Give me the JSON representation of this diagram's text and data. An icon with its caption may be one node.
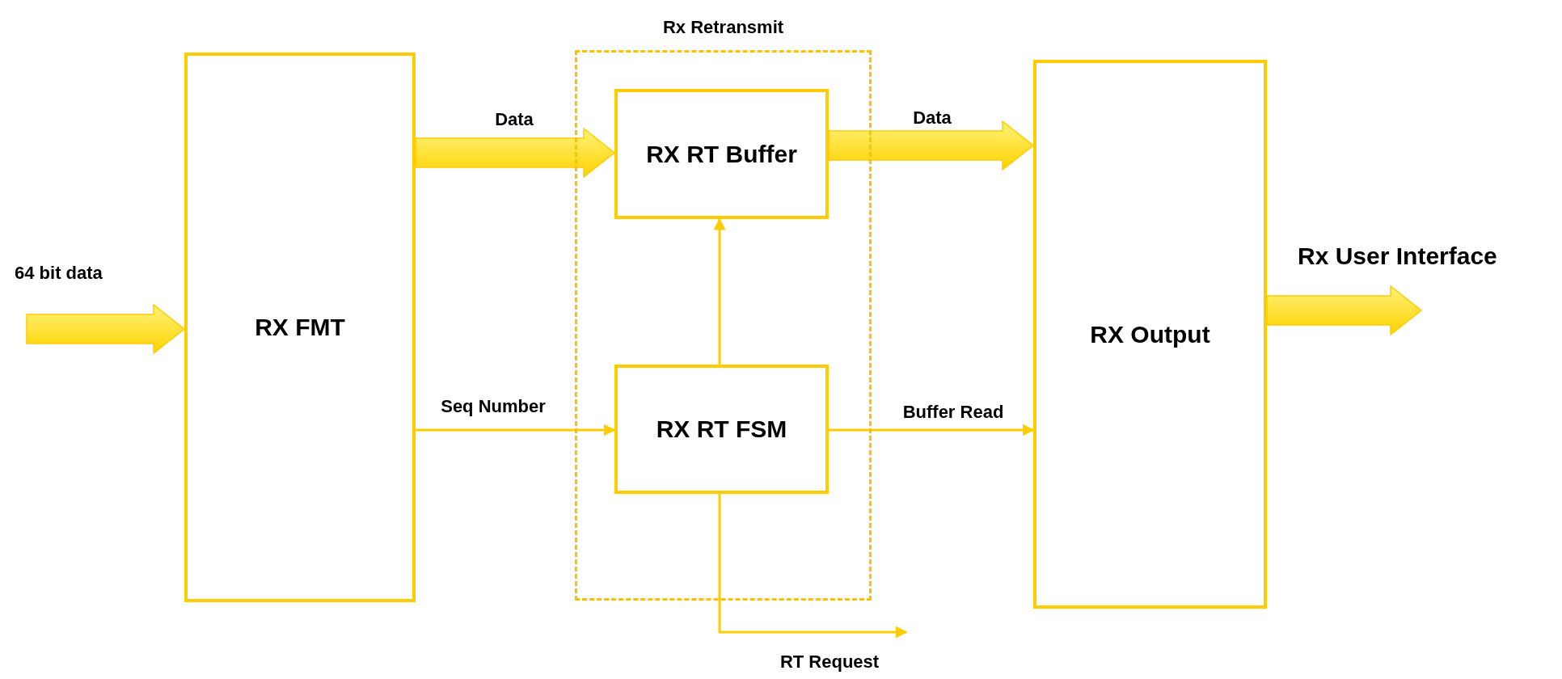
{
  "diagram": {
    "nodes": [
      {
        "text": [
          "RX FMT"
        ]
      },
      {
        "text": [
          "Rx Retransmit"
        ]
      },
      {
        "text": [
          "RX RT Buffer"
        ],
        "in": 1
      },
      {
        "text": [
          "RX RT FSM"
        ],
        "in": 1
      },
      {
        "text": [
          "RX Output"
        ]
      }
    ],
    "edges": [
      {
        "from": null,
        "to": 0,
        "arrow": "to",
        "style": "thick",
        "label": "64 bit data"
      },
      {
        "from": 0,
        "to": 2,
        "arrow": "to",
        "style": "thick",
        "label": "Data"
      },
      {
        "from": 2,
        "to": 4,
        "arrow": "to",
        "style": "thick",
        "label": "Data"
      },
      {
        "from": 4,
        "to": null,
        "arrow": "to",
        "style": "thick",
        "label": "Rx User Interface"
      },
      {
        "from": 0,
        "to": 3,
        "arrow": "to",
        "label": "Seq Number"
      },
      {
        "from": 3,
        "to": 2,
        "arrow": "to"
      },
      {
        "from": 3,
        "to": 4,
        "arrow": "to",
        "label": "Buffer Read"
      },
      {
        "from": 3,
        "to": null,
        "arrow": "to",
        "label": "RT Request"
      }
    ]
  }
}
